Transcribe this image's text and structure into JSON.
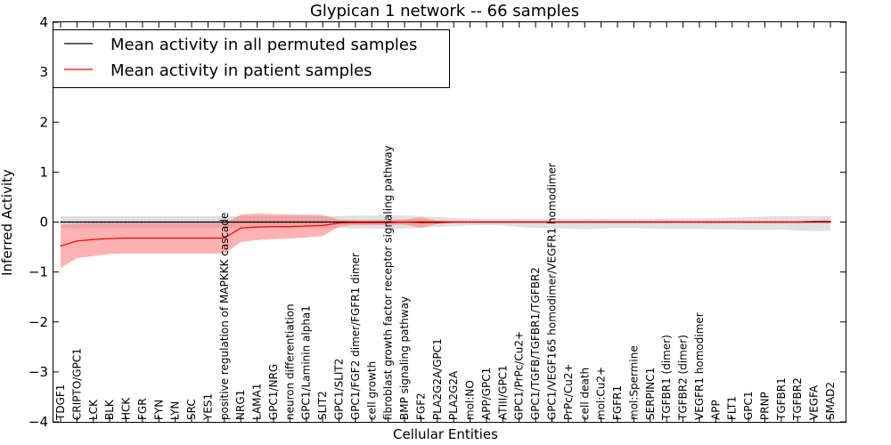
{
  "chart_data": {
    "type": "line",
    "title": "Glypican 1 network -- 66 samples",
    "xlabel": "Cellular Entities",
    "ylabel": "Inferred Activity",
    "ylim": [
      -4,
      4
    ],
    "yticks": [
      "−4",
      "−3",
      "−2",
      "−1",
      "0",
      "1",
      "2",
      "3",
      "4"
    ],
    "grid": false,
    "legend_position": "top-left",
    "categories": [
      "TDGF1",
      "CRIPTO/GPC1",
      "LCK",
      "BLK",
      "HCK",
      "FGR",
      "FYN",
      "LYN",
      "SRC",
      "YES1",
      "positive regulation of MAPKKK cascade",
      "NRG1",
      "LAMA1",
      "GPC1/NRG",
      "neuron differentiation",
      "GPC1/Laminin alpha1",
      "SLIT2",
      "GPC1/SLIT2",
      "GPC1/FGF2 dimer/FGFR1 dimer",
      "cell growth",
      "fibroblast growth factor receptor signaling pathway",
      "BMP signaling pathway",
      "FGF2",
      "PLA2G2A/GPC1",
      "PLA2G2A",
      "mol:NO",
      "APP/GPC1",
      "ATIII/GPC1",
      "GPC1/PrPc/Cu2+",
      "GPC1/TGFB/TGFBR1/TGFBR2",
      "GPC1/VEGF165 homodimer/VEGFR1 homodimer",
      "PrPc/Cu2+",
      "cell death",
      "mol:Cu2+",
      "FGFR1",
      "mol:Spermine",
      "SERPINC1",
      "TGFBR1 (dimer)",
      "TGFBR2 (dimer)",
      "VEGFR1 homodimer",
      "APP",
      "FLT1",
      "GPC1",
      "PRNP",
      "TGFBR1",
      "TGFBR2",
      "VEGFA",
      "SMAD2"
    ],
    "series": [
      {
        "name": "Mean activity in all permuted samples",
        "color": "#000000",
        "values": [
          0,
          0,
          0,
          0,
          0,
          0,
          0,
          0,
          0,
          0,
          0,
          0,
          0,
          0,
          0,
          0,
          0,
          0,
          0,
          0,
          0,
          0,
          0,
          0,
          0,
          0,
          0,
          0,
          0,
          0,
          0,
          0,
          0,
          0,
          0,
          0,
          0,
          0,
          0,
          0,
          0,
          0,
          0,
          0,
          0,
          0,
          0,
          0
        ],
        "band_upper": [
          0.12,
          0.12,
          0.12,
          0.12,
          0.12,
          0.12,
          0.12,
          0.12,
          0.12,
          0.12,
          0.12,
          0.12,
          0.12,
          0.12,
          0.12,
          0.12,
          0.12,
          0.12,
          0.13,
          0.13,
          0.14,
          0.13,
          0.12,
          0.1,
          0.08,
          0.07,
          0.06,
          0.06,
          0.06,
          0.06,
          0.06,
          0.06,
          0.06,
          0.06,
          0.06,
          0.06,
          0.06,
          0.07,
          0.07,
          0.07,
          0.08,
          0.09,
          0.1,
          0.11,
          0.12,
          0.12,
          0.12,
          0.12
        ],
        "band_lower": [
          -0.12,
          -0.12,
          -0.12,
          -0.12,
          -0.12,
          -0.12,
          -0.12,
          -0.12,
          -0.12,
          -0.12,
          -0.12,
          -0.12,
          -0.12,
          -0.12,
          -0.12,
          -0.12,
          -0.12,
          -0.12,
          -0.13,
          -0.13,
          -0.14,
          -0.13,
          -0.12,
          -0.1,
          -0.08,
          -0.07,
          -0.06,
          -0.07,
          -0.1,
          -0.12,
          -0.13,
          -0.13,
          -0.15,
          -0.13,
          -0.12,
          -0.12,
          -0.13,
          -0.14,
          -0.14,
          -0.14,
          -0.15,
          -0.15,
          -0.16,
          -0.16,
          -0.15,
          -0.17,
          -0.18,
          -0.18
        ]
      },
      {
        "name": "Mean activity in patient samples",
        "color": "#ff0000",
        "values": [
          -0.48,
          -0.38,
          -0.35,
          -0.33,
          -0.32,
          -0.32,
          -0.32,
          -0.32,
          -0.32,
          -0.32,
          -0.32,
          -0.12,
          -0.1,
          -0.09,
          -0.09,
          -0.08,
          -0.07,
          -0.02,
          -0.01,
          -0.01,
          -0.01,
          0,
          -0.01,
          -0.01,
          0,
          0,
          0,
          0,
          0,
          0,
          0,
          0,
          0,
          0,
          0,
          0,
          0,
          0,
          0,
          0,
          0,
          0,
          0,
          0,
          0,
          0,
          0.01,
          0.01
        ],
        "band_upper": [
          -0.05,
          -0.03,
          -0.02,
          -0.02,
          -0.02,
          -0.02,
          -0.02,
          -0.02,
          -0.02,
          -0.02,
          -0.02,
          0.15,
          0.17,
          0.16,
          0.15,
          0.15,
          0.14,
          0.05,
          0.04,
          0.04,
          0.05,
          0.05,
          0.09,
          0.03,
          0.02,
          0.02,
          0.02,
          0.02,
          0.02,
          0.02,
          0.02,
          0.02,
          0.02,
          0.02,
          0.02,
          0.02,
          0.02,
          0.02,
          0.02,
          0.02,
          0.02,
          0.02,
          0.02,
          0.02,
          0.02,
          0.02,
          0.03,
          0.04
        ],
        "band_lower": [
          -0.92,
          -0.72,
          -0.68,
          -0.64,
          -0.63,
          -0.63,
          -0.63,
          -0.63,
          -0.63,
          -0.63,
          -0.63,
          -0.4,
          -0.36,
          -0.34,
          -0.33,
          -0.31,
          -0.28,
          -0.09,
          -0.06,
          -0.06,
          -0.06,
          -0.05,
          -0.11,
          -0.04,
          -0.02,
          -0.02,
          -0.02,
          -0.02,
          -0.02,
          -0.02,
          -0.02,
          -0.02,
          -0.02,
          -0.02,
          -0.02,
          -0.02,
          -0.02,
          -0.02,
          -0.02,
          -0.02,
          -0.02,
          -0.02,
          -0.02,
          -0.02,
          -0.02,
          -0.02,
          -0.01,
          -0.01
        ]
      }
    ],
    "reference_line": {
      "y": 0,
      "style": "dotted"
    },
    "band_colors": {
      "permuted": "#bbbbbb",
      "patient": "#ff6666"
    }
  }
}
